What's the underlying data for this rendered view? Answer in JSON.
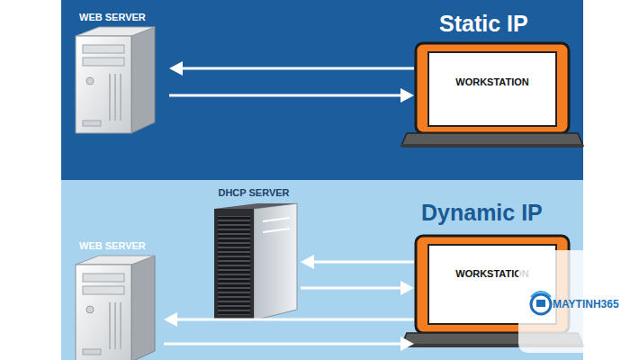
{
  "diagram": {
    "nodes": [
      {
        "text": [
          "Static IP"
        ]
      },
      {
        "text": [
          "WEB SERVER"
        ],
        "in": 0
      },
      {
        "text": [
          "WORKSTATION"
        ],
        "in": 0
      },
      {
        "text": [
          "Dynamic IP"
        ]
      },
      {
        "text": [
          "DHCP SERVER"
        ],
        "in": 3
      },
      {
        "text": [
          "WEB SERVER"
        ],
        "in": 3
      },
      {
        "text": [
          "WORKSTATION"
        ],
        "in": 3
      }
    ],
    "edges": [
      {
        "from": 2,
        "to": 1,
        "arrow": "to"
      },
      {
        "from": 1,
        "to": 2,
        "arrow": "to"
      },
      {
        "from": 6,
        "to": 4,
        "arrow": "to"
      },
      {
        "from": 4,
        "to": 6,
        "arrow": "to"
      },
      {
        "from": 6,
        "to": 5,
        "arrow": "to"
      },
      {
        "from": 5,
        "to": 6,
        "arrow": "to"
      }
    ],
    "labels": [
      "MAYTINH365"
    ]
  }
}
